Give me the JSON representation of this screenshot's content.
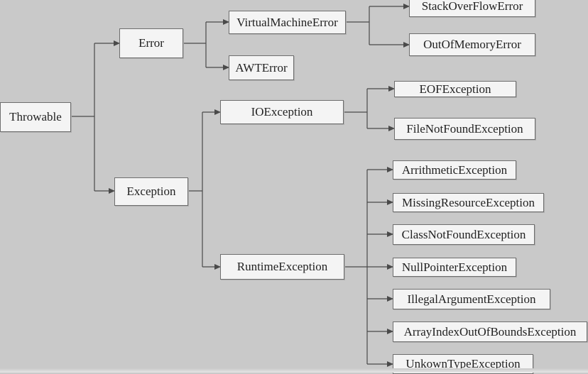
{
  "diagram": {
    "nodes": {
      "throwable": "Throwable",
      "error": "Error",
      "exception": "Exception",
      "virtual_machine_error": "VirtualMachineError",
      "awt_error": "AWTError",
      "stack_overflow_error": "StackOverFlowError",
      "out_of_memory_error": "OutOfMemoryError",
      "io_exception": "IOException",
      "runtime_exception": "RuntimeException",
      "eof_exception": "EOFException",
      "file_not_found_exception": "FileNotFoundException",
      "arrithmetic_exception": "ArrithmeticException",
      "missing_resource_exception": "MissingResourceException",
      "class_not_found_exception": "ClassNotFoundException",
      "null_pointer_exception": "NullPointerException",
      "illegal_argument_exception": "IllegalArgumentException",
      "array_index_out_of_bounds_exception": "ArrayIndexOutOfBoundsException",
      "unkown_type_exception": "UnkownTypeException"
    },
    "colors": {
      "background": "#c9c9c9",
      "box_fill": "#f4f4f4",
      "box_border": "#6e6e6e",
      "connector": "#4a4a4a"
    }
  }
}
